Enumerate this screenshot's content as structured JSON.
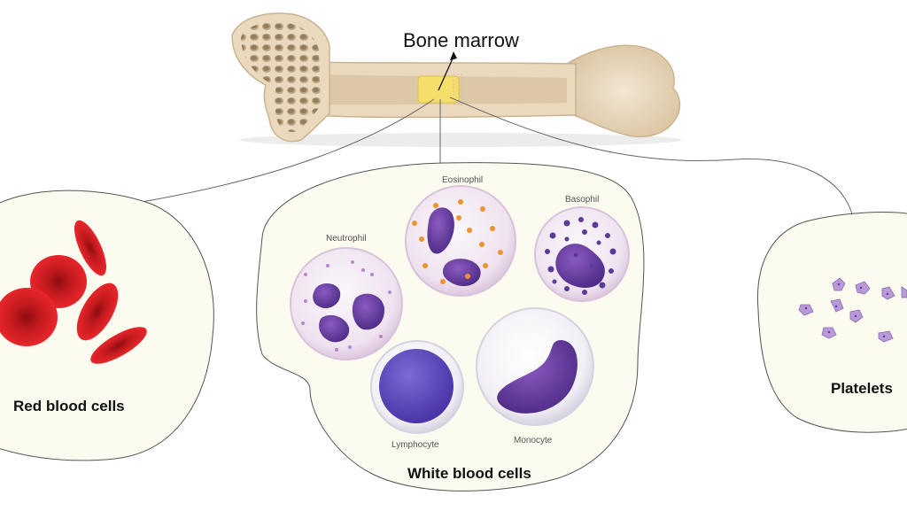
{
  "title": "Bone marrow",
  "groups": {
    "red": {
      "label": "Red blood cells"
    },
    "white": {
      "label": "White blood cells"
    },
    "platelets": {
      "label": "Platelets"
    }
  },
  "white_cells": {
    "neutrophil": "Neutrophil",
    "eosinophil": "Eosinophil",
    "basophil": "Basophil",
    "lymphocyte": "Lymphocyte",
    "monocyte": "Monocyte"
  },
  "colors": {
    "bone": "#ecdcc3",
    "bone_edge": "#c9b391",
    "marrow": "#f6de6c",
    "blob_fill": "#fcfbf0",
    "rbc": "#d81f24",
    "nucleus": "#6a3c9e",
    "granule_eos": "#f1912f"
  }
}
